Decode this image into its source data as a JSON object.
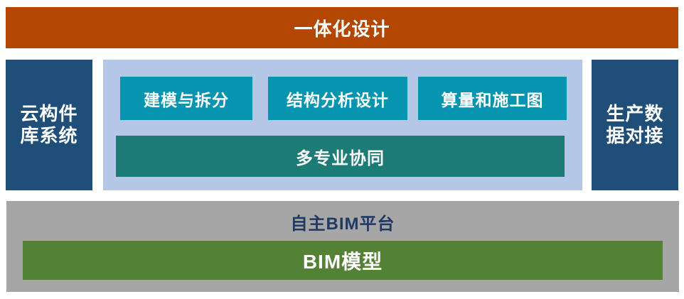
{
  "diagram": {
    "title": "一体化设计",
    "left_panel": {
      "lines": [
        "云构件",
        "库系统"
      ]
    },
    "right_panel": {
      "lines": [
        "生产数",
        "据对接"
      ]
    },
    "modules": [
      {
        "label": "建模与拆分"
      },
      {
        "label": "结构分析设计"
      },
      {
        "label": "算量和施工图"
      }
    ],
    "collaboration_label": "多专业协同",
    "platform": {
      "title": "自主BIM平台",
      "model_label": "BIM模型"
    },
    "colors": {
      "integration_banner": "#B34702",
      "side_panel_blue": "#1F4E79",
      "module_container_blue": "#B4C7E7",
      "module_teal": "#0794B0",
      "collaboration_teal": "#1C7B74",
      "platform_gray": "#A6A6A6",
      "model_green": "#538135",
      "platform_title_navy": "#1F3864"
    }
  }
}
